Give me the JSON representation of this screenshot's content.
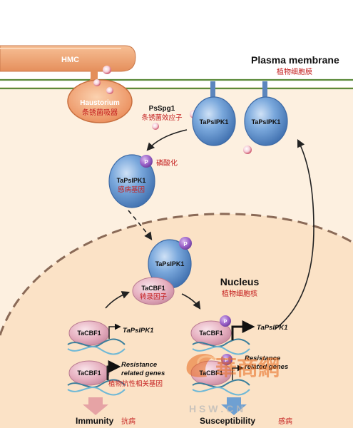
{
  "membrane": {
    "title": "Plasma membrane",
    "title_zh": "植物细胞膜"
  },
  "pathogen": {
    "hmc": "HMC",
    "haustorium": "Haustorium",
    "haustorium_zh": "条锈菌吸器",
    "effector": "PsSpg1",
    "effector_zh": "条锈菌效应子"
  },
  "kinase": {
    "name": "TaPsIPK1",
    "zh": "感病基因",
    "phospho": "P",
    "phospho_zh": "磷酸化"
  },
  "nucleus": {
    "title": "Nucleus",
    "title_zh": "植物细胞核",
    "tf": "TaCBF1",
    "tf_zh": "转录因子"
  },
  "left_panel": {
    "gene1": "TaPsIPK1",
    "gene2_line1": "Resistance",
    "gene2_line2": "related genes",
    "gene2_zh": "植物抗性相关基因",
    "outcome": "Immunity",
    "outcome_zh": "抗病"
  },
  "right_panel": {
    "gene1": "TaPsIPK1",
    "gene2_line1": "Resistance",
    "gene2_line2": "related genes",
    "outcome": "Susceptibility",
    "outcome_zh": "感病"
  },
  "watermark": {
    "brand": "華商網",
    "url": "H S W . C N"
  },
  "colors": {
    "background_top": "#ffffff",
    "cytoplasm": "#fdf0e0",
    "nucleus_fill": "#fbe3c9",
    "membrane_line": "#5b8a3a",
    "membrane_top": "#6aa03b",
    "haustorium_fill": "#f3a974",
    "kinase_blue": "#6f9fd7",
    "phospho_purple": "#9660c4",
    "tf_pink": "#e8b5c6",
    "label_red": "#c41f1f",
    "arrow_dark": "#222222",
    "outcome_pink": "#e6a3a5",
    "outcome_blue": "#6fa0d2"
  }
}
